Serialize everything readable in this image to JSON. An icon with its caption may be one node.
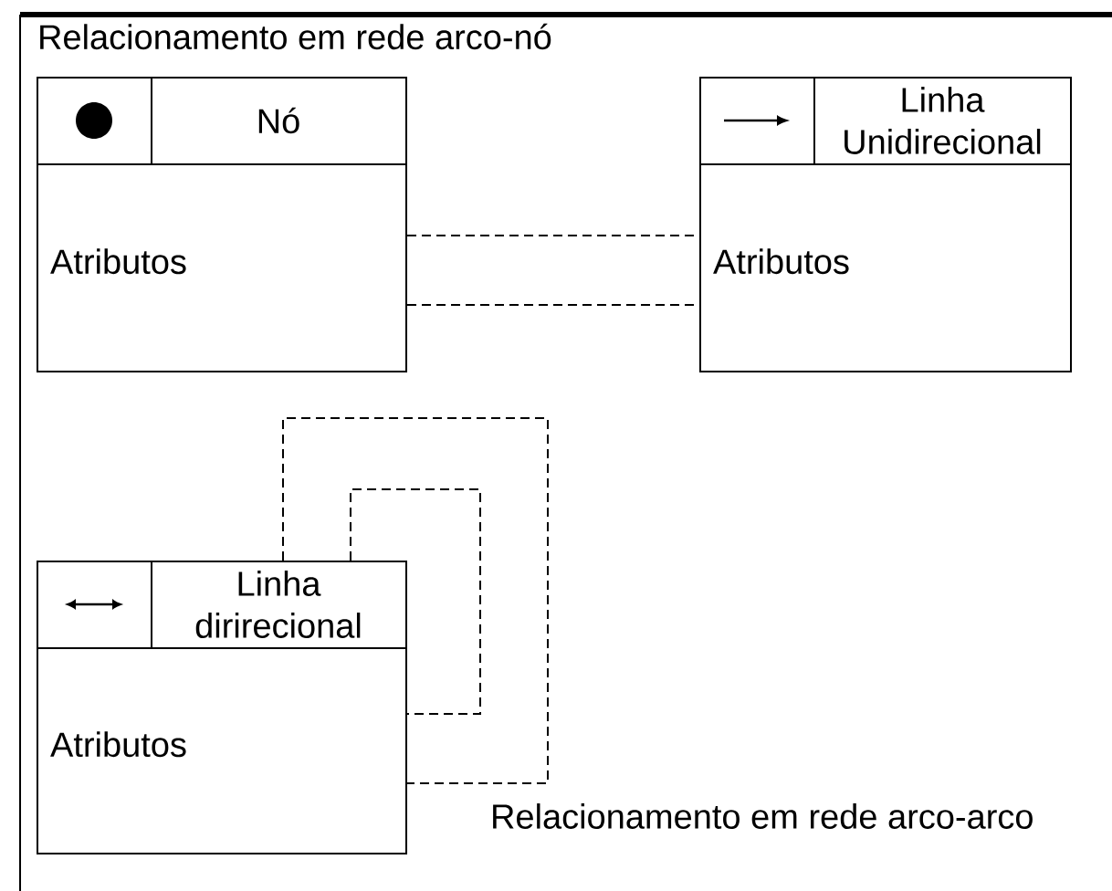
{
  "diagram": {
    "nodes": [
      {
        "text": [
          "Nó",
          "Atributos"
        ]
      },
      {
        "text": [
          "Linha Unidirecional",
          "Atributos"
        ]
      },
      {
        "text": [
          "Linha dirirecional",
          "Atributos"
        ]
      }
    ],
    "edges": [
      {
        "from": 0,
        "to": 1,
        "arrow": "none",
        "style": "dashed"
      },
      {
        "from": 0,
        "to": 1,
        "arrow": "none",
        "style": "dashed"
      },
      {
        "from": 2,
        "to": 2,
        "arrow": "none",
        "style": "dashed"
      },
      {
        "from": 2,
        "to": 2,
        "arrow": "none",
        "style": "dashed"
      }
    ],
    "labels": [
      "Relacionamento em rede arco-nó",
      "Relacionamento em rede arco-arco"
    ]
  }
}
